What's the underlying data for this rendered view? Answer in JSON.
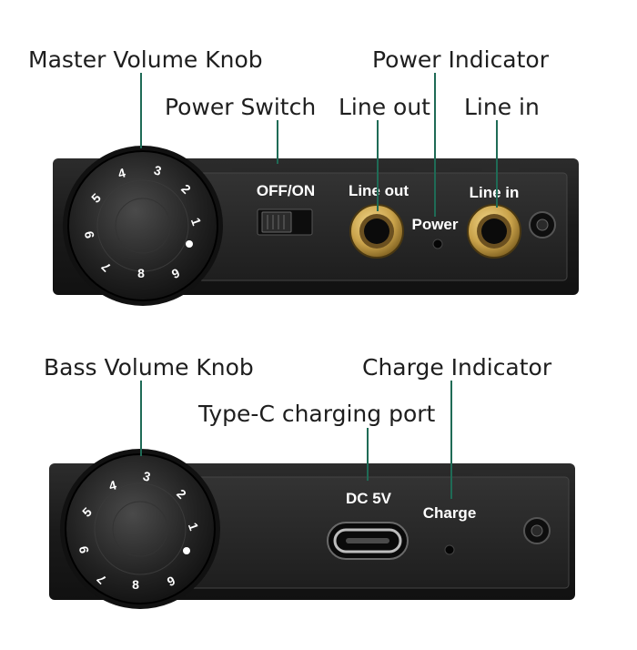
{
  "callouts": {
    "master_volume_knob": "Master Volume Knob",
    "power_switch": "Power Switch",
    "line_out": "Line out",
    "power_indicator": "Power Indicator",
    "line_in": "Line in",
    "bass_volume_knob": "Bass Volume Knob",
    "charge_indicator": "Charge Indicator",
    "type_c_port": "Type-C charging port"
  },
  "panel_labels": {
    "off_on": "OFF/ON",
    "line_out": "Line out",
    "power": "Power",
    "line_in": "Line in",
    "dc_5v": "DC 5V",
    "charge": "Charge"
  },
  "dial_numbers": [
    "1",
    "2",
    "3",
    "4",
    "5",
    "6",
    "7",
    "8",
    "9"
  ],
  "colors": {
    "leader_line": "#1f6b56",
    "device_body": "#1c1c1c",
    "jack_gold": "#c9a24a",
    "label_text": "#1e1e1e"
  }
}
